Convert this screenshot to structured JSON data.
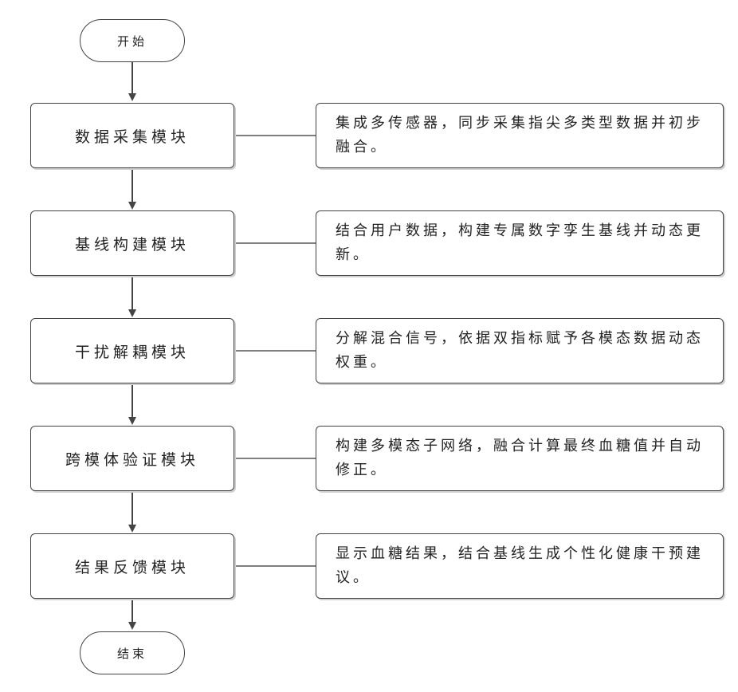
{
  "start": "开始",
  "end": "结束",
  "modules": [
    {
      "name": "数据采集模块",
      "description": "集成多传感器，同步采集指尖多类型数据并初步融合。"
    },
    {
      "name": "基线构建模块",
      "description": "结合用户数据，构建专属数字孪生基线并动态更新。"
    },
    {
      "name": "干扰解耦模块",
      "description": "分解混合信号，依据双指标赋予各模态数据动态权重。"
    },
    {
      "name": "跨模体验证模块",
      "description": "构建多模态子网络，融合计算最终血糖值并自动修正。"
    },
    {
      "name": "结果反馈模块",
      "description": "显示血糖结果，结合基线生成个性化健康干预建议。"
    }
  ]
}
